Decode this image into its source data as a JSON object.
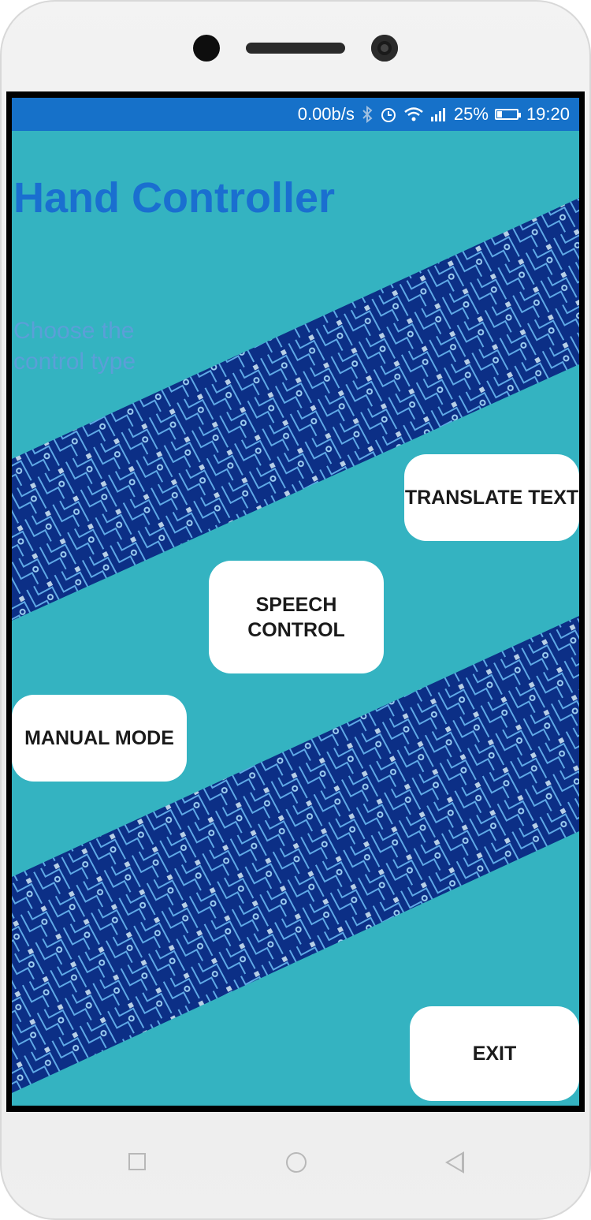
{
  "status_bar": {
    "speed": "0.00b/s",
    "battery_percent": "25%",
    "battery_level": 0.25,
    "time": "19:20",
    "icons": [
      "bluetooth-icon",
      "alarm-icon",
      "wifi-icon",
      "signal-icon",
      "battery-icon"
    ]
  },
  "app": {
    "title": "Hand Controller",
    "subtitle": "Choose the control type"
  },
  "buttons": {
    "translate": "TRANSLATE TEXT",
    "speech": "SPEECH CONTROL",
    "manual": "MANUAL MODE",
    "exit": "EXIT"
  },
  "colors": {
    "background": "#34b3c1",
    "status_bar": "#1671c9",
    "title": "#1a6fd0",
    "subtitle": "#5b9fd8",
    "circuit_band": "#0c2f86"
  },
  "nav_bar": {
    "icons": [
      "recent-apps-icon",
      "home-icon",
      "back-icon"
    ]
  }
}
